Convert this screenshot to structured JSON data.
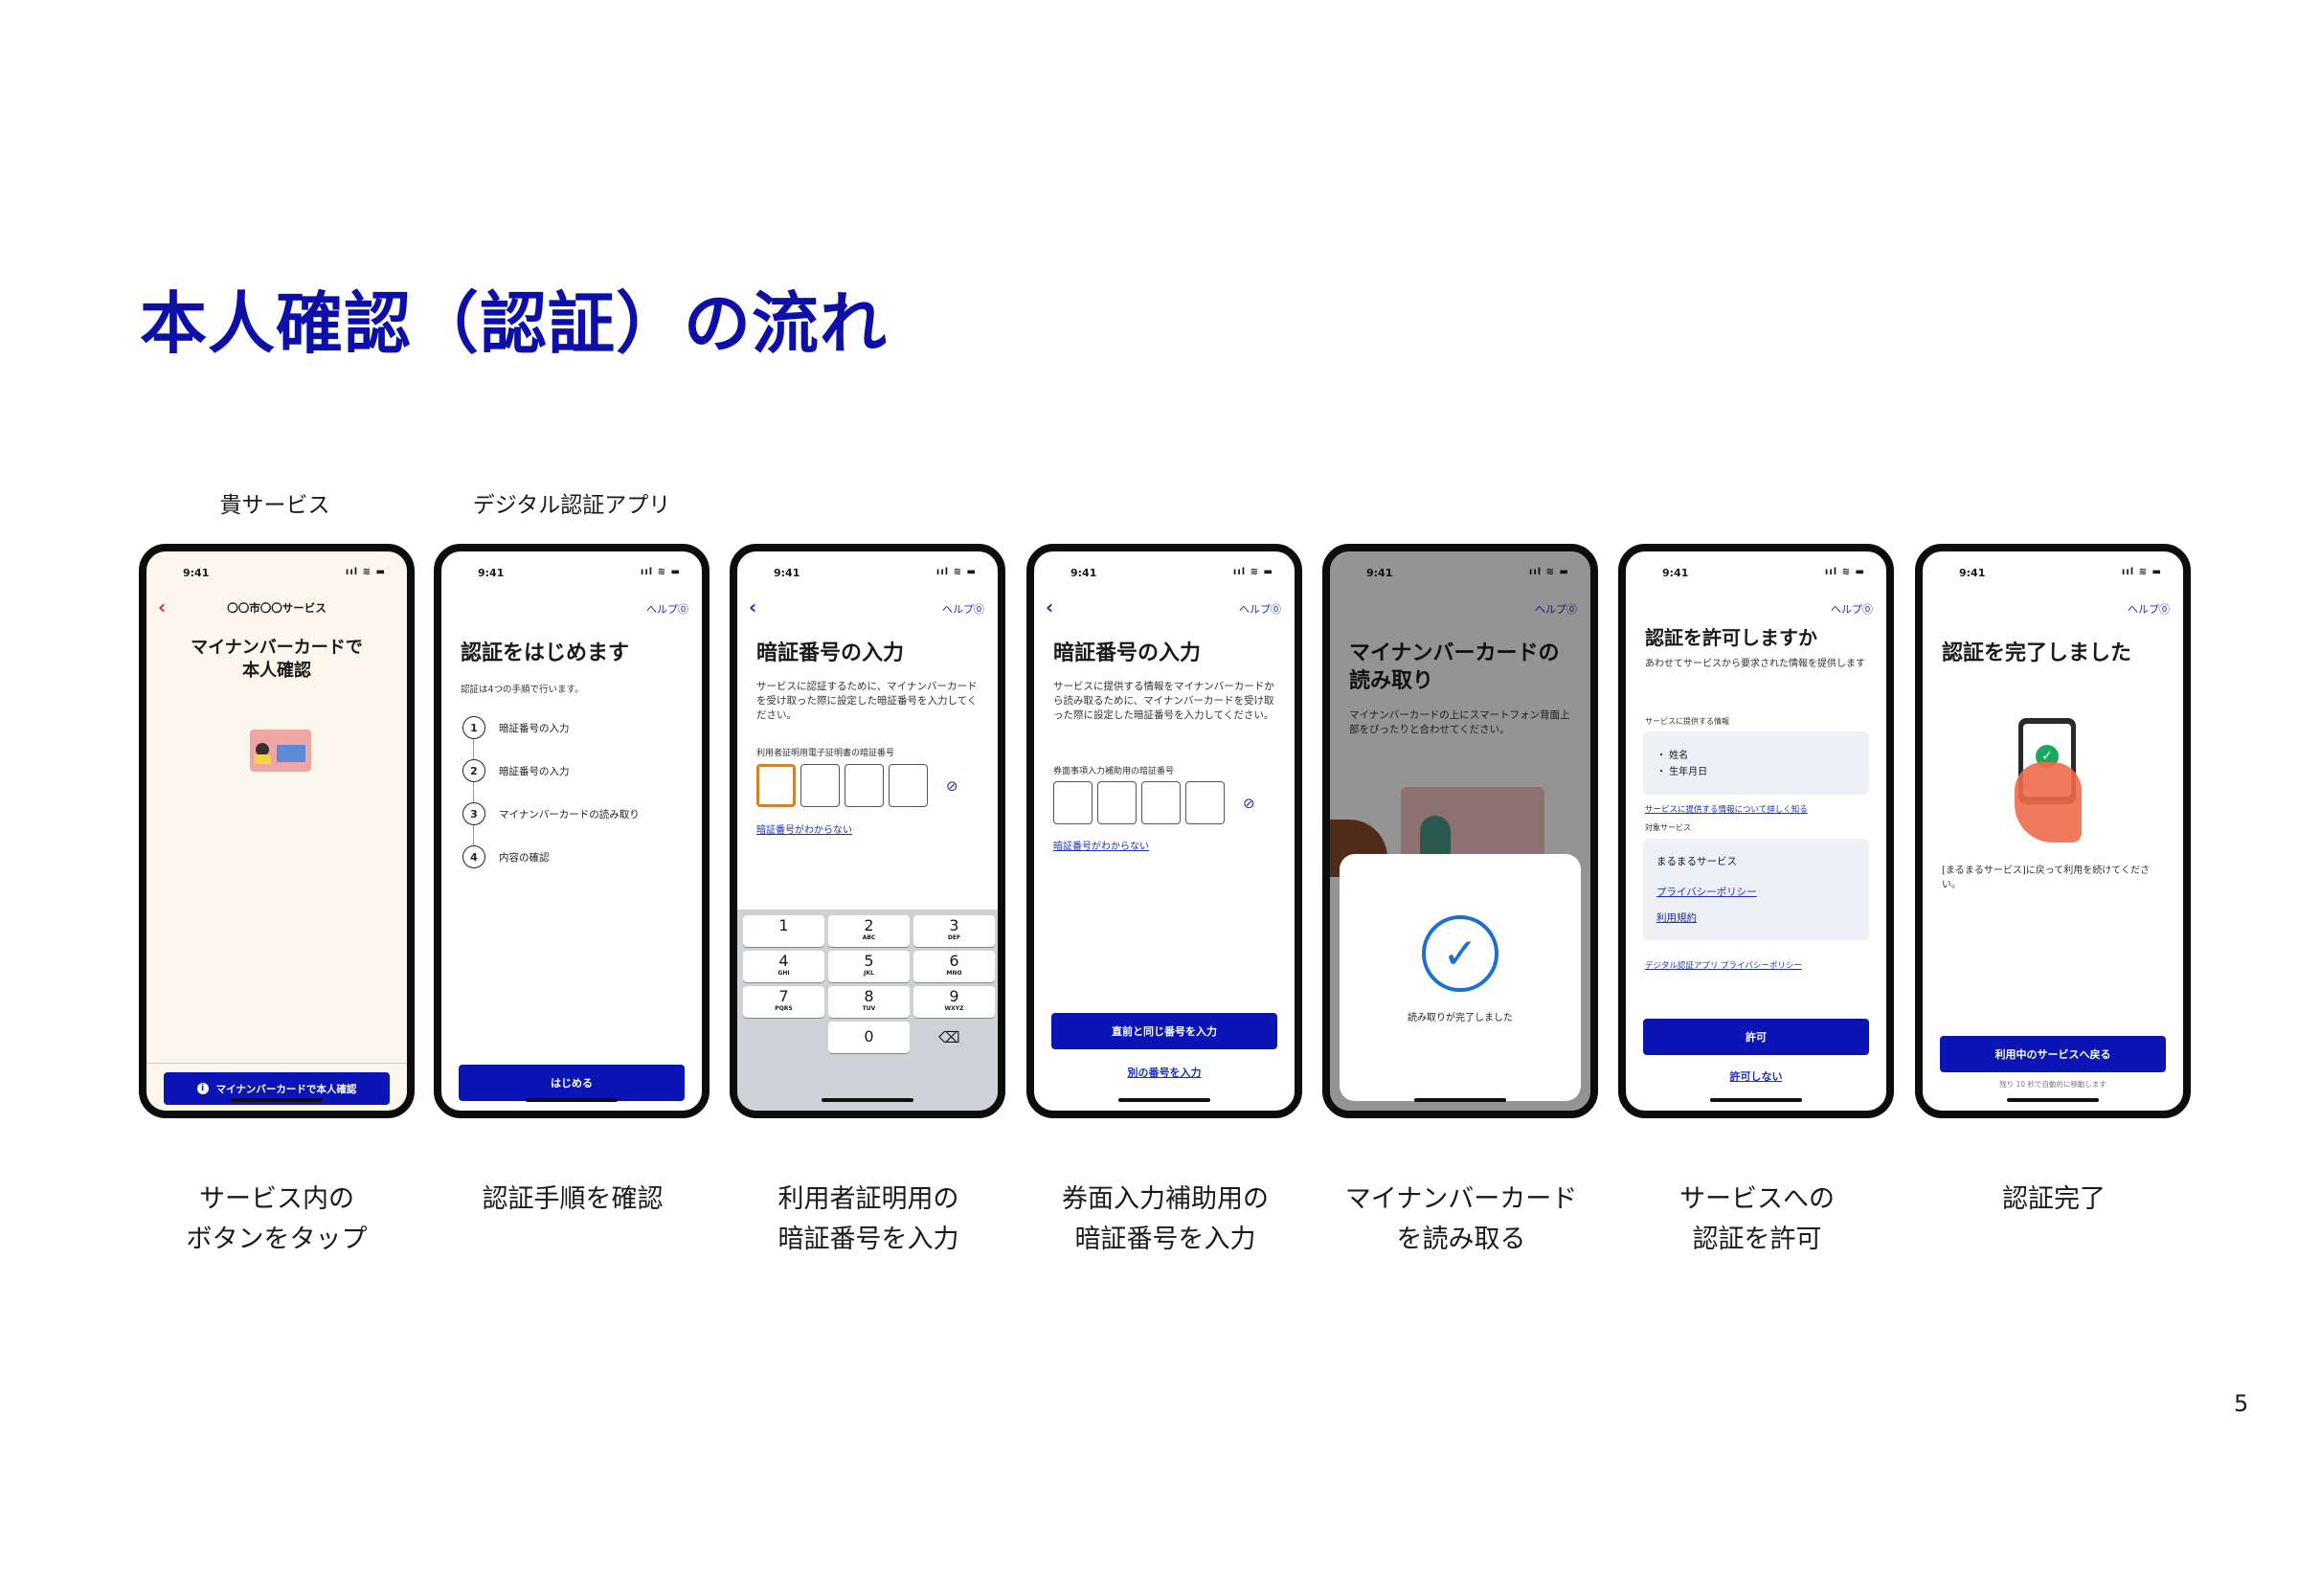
{
  "title": "本人確認（認証）の流れ",
  "page_number": "5",
  "top_labels": {
    "service": "貴サービス",
    "app": "デジタル認証アプリ"
  },
  "captions": [
    [
      "サービス内の",
      "ボタンをタップ"
    ],
    [
      "認証手順を確認",
      ""
    ],
    [
      "利用者証明用の",
      "暗証番号を入力"
    ],
    [
      "券面入力補助用の",
      "暗証番号を入力"
    ],
    [
      "マイナンバーカード",
      "を読み取る"
    ],
    [
      "サービスへの",
      "認証を許可"
    ],
    [
      "認証完了",
      ""
    ]
  ],
  "status": {
    "time": "9:41",
    "icons": "ııl ≋ ▬"
  },
  "screens": {
    "s1": {
      "header": "〇〇市〇〇サービス",
      "heading1": "マイナンバーカードで",
      "heading2": "本人確認",
      "button": "マイナンバーカードで本人確認",
      "button_icon": "i"
    },
    "s2": {
      "help": "ヘルプ⓪",
      "heading": "認証をはじめます",
      "desc": "認証は4つの手順で行います。",
      "steps": [
        {
          "n": "1",
          "label": "暗証番号の入力"
        },
        {
          "n": "2",
          "label": "暗証番号の入力"
        },
        {
          "n": "3",
          "label": "マイナンバーカードの読み取り"
        },
        {
          "n": "4",
          "label": "内容の確認"
        }
      ],
      "button": "はじめる"
    },
    "s3": {
      "help": "ヘルプ⓪",
      "heading": "暗証番号の入力",
      "desc": "サービスに認証するために、マイナンバーカードを受け取った際に設定した暗証番号を入力してください。",
      "field_label": "利用者証明用電子証明書の暗証番号",
      "link": "暗証番号がわからない",
      "keys": [
        {
          "d": "1",
          "l": ""
        },
        {
          "d": "2",
          "l": "ABC"
        },
        {
          "d": "3",
          "l": "DEF"
        },
        {
          "d": "4",
          "l": "GHI"
        },
        {
          "d": "5",
          "l": "JKL"
        },
        {
          "d": "6",
          "l": "MNO"
        },
        {
          "d": "7",
          "l": "PQRS"
        },
        {
          "d": "8",
          "l": "TUV"
        },
        {
          "d": "9",
          "l": "WXYZ"
        },
        {
          "d": "0",
          "l": ""
        }
      ],
      "delete_key": "⌫"
    },
    "s4": {
      "help": "ヘルプ⓪",
      "heading": "暗証番号の入力",
      "desc": "サービスに提供する情報をマイナンバーカードから読み取るために、マイナンバーカードを受け取った際に設定した暗証番号を入力してください。",
      "field_label": "券面事項入力補助用の暗証番号",
      "link": "暗証番号がわからない",
      "button": "直前と同じ番号を入力",
      "link2": "別の番号を入力"
    },
    "s5": {
      "help": "ヘルプ⓪",
      "heading1": "マイナンバーカードの",
      "heading2": "読み取り",
      "desc": "マイナンバーカードの上にスマートフォン背面上部をぴったりと合わせてください。",
      "done": "読み取りが完了しました",
      "check": "✓"
    },
    "s6": {
      "help": "ヘルプ⓪",
      "heading": "認証を許可しますか",
      "desc": "あわせてサービスから要求された情報を提供します",
      "info_label": "サービスに提供する情報",
      "info_items": [
        "・ 姓名",
        "・ 生年月日"
      ],
      "info_link": "サービスに提供する情報について詳しく知る",
      "target_label": "対象サービス",
      "service_name": "まるまるサービス",
      "privacy": "プライバシーポリシー",
      "terms": "利用規約",
      "app_policy": "デジタル認証アプリ プライバシーポリシー",
      "button": "許可",
      "deny": "許可しない"
    },
    "s7": {
      "help": "ヘルプ⓪",
      "heading": "認証を完了しました",
      "desc": "[まるまるサービス]に戻って利用を続けてください。",
      "button": "利用中のサービスへ戻る",
      "note": "残り 10 秒で自動的に移動します"
    }
  }
}
